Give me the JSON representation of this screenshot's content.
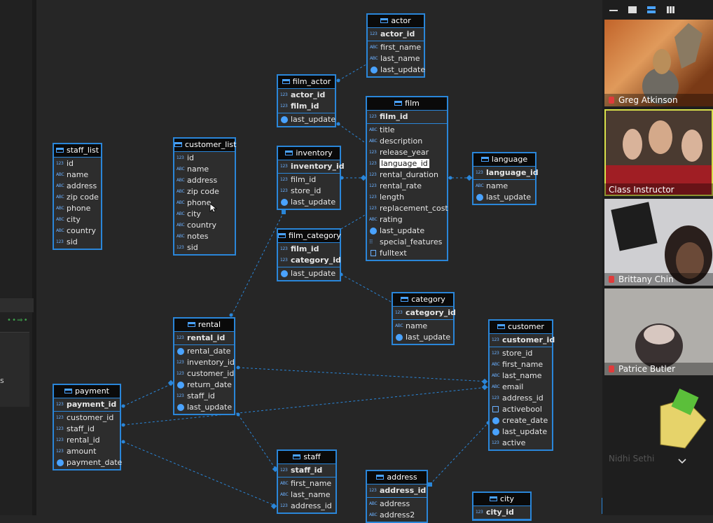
{
  "left_panel": {
    "label": "s",
    "arrow_icon": "green-arrows-icon"
  },
  "tables": {
    "actor": {
      "title": "actor",
      "keys": [
        "actor_id"
      ],
      "cols": [
        "first_name",
        "last_name",
        "last_update"
      ]
    },
    "film_actor": {
      "title": "film_actor",
      "keys": [
        "actor_id",
        "film_id"
      ],
      "cols": [
        "last_update"
      ]
    },
    "film": {
      "title": "film",
      "keys": [
        "film_id"
      ],
      "cols": [
        "title",
        "description",
        "release_year",
        "language_id",
        "rental_duration",
        "rental_rate",
        "length",
        "replacement_cost",
        "rating",
        "last_update",
        "special_features",
        "fulltext"
      ]
    },
    "language": {
      "title": "language",
      "keys": [
        "language_id"
      ],
      "cols": [
        "name",
        "last_update"
      ]
    },
    "inventory": {
      "title": "inventory",
      "keys": [
        "inventory_id"
      ],
      "cols": [
        "film_id",
        "store_id",
        "last_update"
      ]
    },
    "film_category": {
      "title": "film_category",
      "keys": [
        "film_id",
        "category_id"
      ],
      "cols": [
        "last_update"
      ]
    },
    "category": {
      "title": "category",
      "keys": [
        "category_id"
      ],
      "cols": [
        "name",
        "last_update"
      ]
    },
    "staff_list": {
      "title": "staff_list",
      "keys": [],
      "cols": [
        "id",
        "name",
        "address",
        "zip code",
        "phone",
        "city",
        "country",
        "sid"
      ]
    },
    "customer_list": {
      "title": "customer_list",
      "keys": [],
      "cols": [
        "id",
        "name",
        "address",
        "zip code",
        "phone",
        "city",
        "country",
        "notes",
        "sid"
      ]
    },
    "rental": {
      "title": "rental",
      "keys": [
        "rental_id"
      ],
      "cols": [
        "rental_date",
        "inventory_id",
        "customer_id",
        "return_date",
        "staff_id",
        "last_update"
      ]
    },
    "customer": {
      "title": "customer",
      "keys": [
        "customer_id"
      ],
      "cols": [
        "store_id",
        "first_name",
        "last_name",
        "email",
        "address_id",
        "activebool",
        "create_date",
        "last_update",
        "active"
      ]
    },
    "payment": {
      "title": "payment",
      "keys": [
        "payment_id"
      ],
      "cols": [
        "customer_id",
        "staff_id",
        "rental_id",
        "amount",
        "payment_date"
      ]
    },
    "staff": {
      "title": "staff",
      "keys": [
        "staff_id"
      ],
      "cols": [
        "first_name",
        "last_name",
        "address_id"
      ]
    },
    "address": {
      "title": "address",
      "keys": [
        "address_id"
      ],
      "cols": [
        "address",
        "address2"
      ]
    },
    "city": {
      "title": "city",
      "keys": [
        "city_id"
      ],
      "cols": []
    },
    "country": {
      "title": "country",
      "keys": [],
      "cols": []
    }
  },
  "video": {
    "toolbar": [
      "minimize-icon",
      "restore-icon",
      "layout-icon",
      "grid-icon"
    ],
    "participants": [
      {
        "name": "Greg Atkinson",
        "muted": true
      },
      {
        "name": "Class Instructor",
        "muted": false,
        "active": true
      },
      {
        "name": "Brittany Chin",
        "muted": true
      },
      {
        "name": "Patrice Butler",
        "muted": true
      },
      {
        "name": "Nidhi Sethi",
        "muted": false
      }
    ],
    "more_icon": "chevron-down-icon"
  },
  "colors": {
    "accent": "#2a86d9",
    "header_bg": "#0a0a0a",
    "canvas_bg": "#262626"
  }
}
